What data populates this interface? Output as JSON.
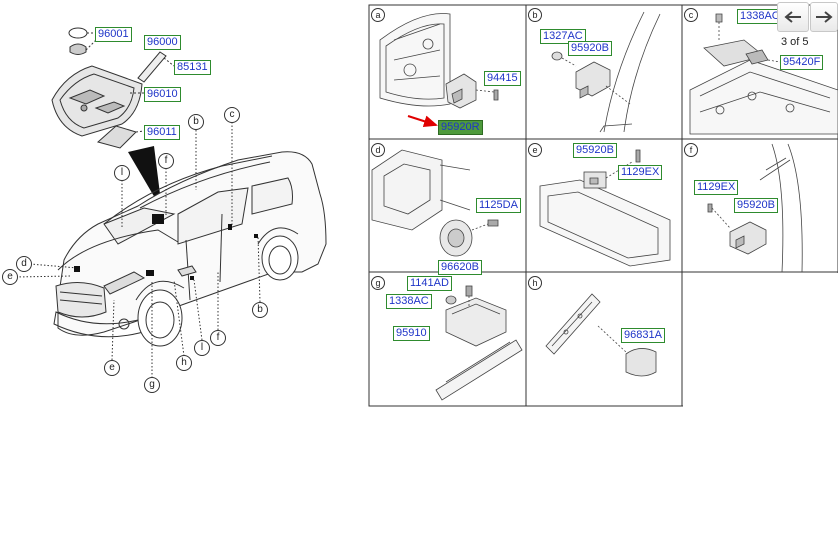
{
  "overview": {
    "parts": {
      "p96001": "96001",
      "p96000": "96000",
      "p85131": "85131",
      "p96010": "96010",
      "p96011": "96011"
    },
    "callouts": {
      "b_top": "b",
      "c_top": "c",
      "f_top": "f",
      "l_top": "l",
      "d": "d",
      "e_left": "e",
      "b_right": "b",
      "f_bottom": "f",
      "l_bottom": "l",
      "h": "h",
      "e_bottom": "e",
      "g": "g"
    }
  },
  "grid": {
    "cells": {
      "a": {
        "letter": "a",
        "parts": {
          "p94415": "94415",
          "p95920R": "95920R"
        }
      },
      "b": {
        "letter": "b",
        "parts": {
          "p1327AC": "1327AC",
          "p95920B": "95920B"
        }
      },
      "c": {
        "letter": "c",
        "parts": {
          "p1338AC": "1338AC",
          "p95420F": "95420F"
        }
      },
      "d": {
        "letter": "d",
        "parts": {
          "p1125DA": "1125DA",
          "p96620B": "96620B"
        }
      },
      "e": {
        "letter": "e",
        "parts": {
          "p95920B": "95920B",
          "p1129EX": "1129EX"
        }
      },
      "f": {
        "letter": "f",
        "parts": {
          "p1129EX": "1129EX",
          "p95920B": "95920B"
        }
      },
      "g": {
        "letter": "g",
        "parts": {
          "p1141AD": "1141AD",
          "p1338AC": "1338AC",
          "p95910": "95910"
        }
      },
      "h": {
        "letter": "h",
        "parts": {
          "p96831A": "96831A"
        }
      }
    }
  },
  "nav": {
    "page_indicator": "3 of 5",
    "prev_icon": "arrow-left-icon",
    "next_icon": "arrow-right-icon"
  },
  "colors": {
    "part_label_text": "#1f35c8",
    "part_label_border": "#2e8b2e",
    "highlight_fill": "#4e9a3c",
    "pointer_arrow": "#e00000"
  }
}
